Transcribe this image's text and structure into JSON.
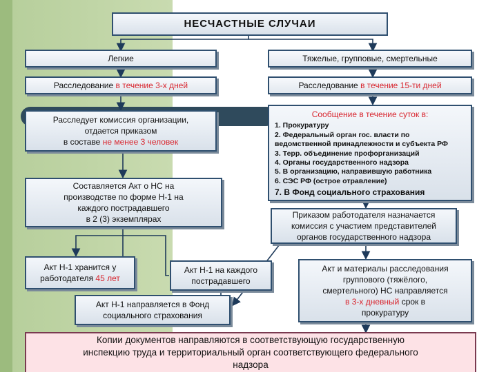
{
  "title": "НЕСЧАСТНЫЕ  СЛУЧАИ",
  "left_header": "Легкие",
  "right_header": "Тяжелые, групповые, смертельные",
  "left_investigation": {
    "pre": "Расследование ",
    "hl": "в течение 3-х дней"
  },
  "right_investigation": {
    "pre": "Расследование ",
    "hl": "в течение 15-ти дней"
  },
  "commission": {
    "line1": "Расследует комиссия организации,",
    "line2": "отдается приказом",
    "line3_pre": "в составе ",
    "line3_hl": "не менее 3 человек"
  },
  "act_box": {
    "line1": "Составляется Акт о НС на",
    "line2": "производстве по форме Н-1 на",
    "line3": "каждого пострадавшего",
    "line4": "в 2 (3) экземплярах"
  },
  "notification": {
    "head": "Сообщение в течение суток в:",
    "items": [
      "1. Прокуратуру",
      "2. Федеральный орган гос. власти по",
      "ведомственной принадлежности и субъекта РФ",
      "3. Терр. объединение профорганизаций",
      "4. Органы государственного надзора",
      "5. В организацию, направившую работника",
      "6. СЭС РФ (острое отравление)"
    ],
    "item7": "7. В Фонд социального страхования"
  },
  "order_box": {
    "line1": "Приказом работодателя назначается",
    "line2": "комиссия с участием представителей",
    "line3": "органов государственного надзора"
  },
  "stored": {
    "line1": "Акт Н-1 хранится у",
    "line2_pre": "работодателя ",
    "line2_hl": "45 лет"
  },
  "each_victim": {
    "line1": "Акт Н-1 на каждого",
    "line2": "пострадавшего"
  },
  "fund": {
    "line1": "Акт Н-1 направляется в Фонд",
    "line2": "социального страхования"
  },
  "group_materials": {
    "line1": "Акт и материалы расследования",
    "line2": "группового (тяжёлого,",
    "line3": "смертельного) НС направляется",
    "line4_hl": "в 3-х дневный",
    "line4_post": " срок в",
    "line5": "прокуратуру"
  },
  "copies": {
    "line1": "Копии документов направляются в соответствующую государственную",
    "line2": "инспекцию труда и территориальный орган соответствующего федерального",
    "line3": "надзора"
  },
  "colors": {
    "highlight": "#d8242d",
    "border": "#2f4f6f",
    "band": "#9cbb7e",
    "pink": "#fde2e6"
  }
}
